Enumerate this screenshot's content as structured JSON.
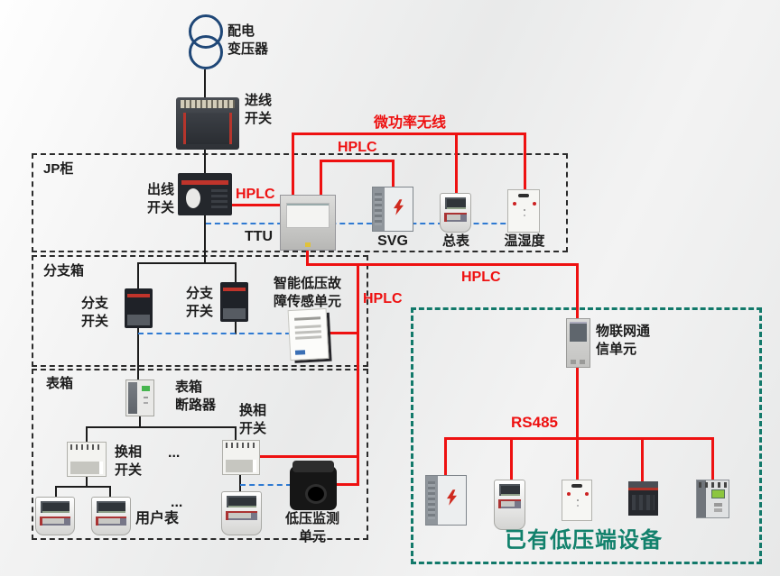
{
  "colors": {
    "line_red": "#ee1111",
    "line_blue": "#2f7ad2",
    "line_black": "#1c1c1c",
    "box_black": "#2b2b2b",
    "green_box": "#12796a",
    "title_green": "#12816c",
    "transformer_blue": "#1f4777"
  },
  "top": {
    "transformer_label": "配电\n变压器",
    "incoming_switch_label": "进线\n开关"
  },
  "jp_cabinet": {
    "box_label": "JP柜",
    "outgoing_switch_label": "出线\n开关",
    "hplc_left_label": "HPLC",
    "ttu_label": "TTU",
    "micro_power_wireless_label": "微功率无线",
    "hplc_top_label": "HPLC",
    "svg_label": "SVG",
    "main_meter_label": "总表",
    "temp_humidity_label": "温湿度"
  },
  "branch_box": {
    "box_label": "分支箱",
    "branch_switch_left_label": "分支\n开关",
    "branch_switch_right_label": "分支\n开关",
    "fault_sensor_label": "智能低压故\n障传感单元",
    "hplc_vertical_label": "HPLC",
    "hplc_right_label": "HPLC"
  },
  "meter_box": {
    "box_label": "表箱",
    "breaker_label": "表箱\n断路器",
    "phase_switch_right_label": "换相\n开关",
    "phase_switch_left_label": "换相\n开关",
    "ellipsis_mid": "...",
    "ellipsis_meters": "...",
    "user_meter_label": "用户表",
    "lv_monitor_label": "低压监测\n单元"
  },
  "existing_devices": {
    "iot_unit_label": "物联网通\n信单元",
    "rs485_label": "RS485",
    "box_label": "已有低压端设备"
  }
}
